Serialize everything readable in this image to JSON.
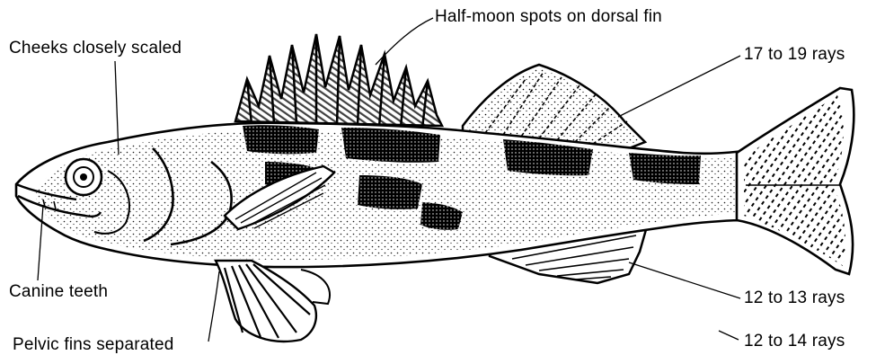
{
  "labels": {
    "cheeks": "Cheeks closely scaled",
    "half_moon": "Half-moon spots on dorsal fin",
    "rays_17_19": "17 to 19 rays",
    "canine_teeth": "Canine teeth",
    "rays_12_13": "12 to 13 rays",
    "pelvic_fins": "Pelvic fins separated",
    "rays_12_14": "12 to 14 rays"
  },
  "colors": {
    "ink": "#000000",
    "paper": "#ffffff"
  }
}
